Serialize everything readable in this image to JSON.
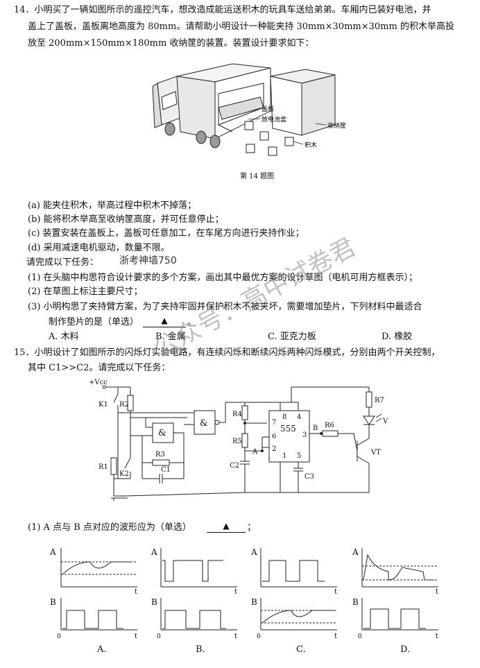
{
  "q14": {
    "line1": "14．小明买了一辆如图所示的遥控汽车，想改造成能运送积木的玩具车送给弟弟。车厢内已装好电池，并",
    "line2": "盖上了盖板，盖板离地高度为 80mm。请帮助小明设计一种能夹持 30mm×30mm×30mm 的积木举高投",
    "line3": "放至 200mm×150mm×180mm 收纳筐的装置。装置设计要求如下：",
    "fig_labels": {
      "cover": "盖板",
      "battery": "放电池盒",
      "basket": "收纳筐",
      "blocks": "积木"
    },
    "fig_caption": "第 14 题图",
    "req": [
      "(a) 能夹住积木，举高过程中积木不掉落；",
      "(b) 能将积木举高至收纳筐高度，并可任意停止；",
      "(c) 装置安装在盖板上，盖板可任意加工，在车尾方向进行夹持作业；",
      "(d) 采用减速电机驱动，数量不限。"
    ],
    "task_intro": "请完成以下任务：",
    "stamp": "浙考神墙750",
    "tasks": [
      "(1) 在头脑中构思符合设计要求的多个方案，画出其中最优方案的设计草图（电机可用方框表示）；",
      "(2) 在草图上标注主要尺寸；",
      "(3) 小明构思了夹持臂方案，为了夹持牢固并保护积木不被夹坏，需要增加垫片，下列材料中最适合",
      "制作垫片的是（单选）"
    ],
    "blank_mark": "▲",
    "options": [
      "A. 木料",
      "B. 金属",
      "C. 亚克力板",
      "D. 橡胶"
    ]
  },
  "q15": {
    "line1": "15．小明设计了如图所示的闪烁灯实验电路，有连续闪烁和断续闪烁两种闪烁模式，分别由两个开关控制，",
    "line2": "其中 C1>>C2。请完成以下任务：",
    "circuit": {
      "vcc": "+Vcc",
      "K1": "K1",
      "K2": "K2",
      "R1": "R1",
      "R2": "R2",
      "R3": "R3",
      "R4": "R4",
      "R5": "R5",
      "R6": "R6",
      "R7": "R7",
      "C1": "C1",
      "C2": "C2",
      "C3": "C3",
      "VD": "VD",
      "VT": "VT",
      "ic": "555",
      "A": "A",
      "B": "B",
      "and": "&",
      "pins": [
        "7",
        "8",
        "4",
        "6",
        "2",
        "1",
        "5",
        "3"
      ]
    },
    "sub1": "(1) A 点与 B 点对应的波形应为（单选）",
    "wave_labels": {
      "A": "A",
      "B": "B",
      "t": "t",
      "zero": "0"
    },
    "choices": [
      "A.",
      "B.",
      "C.",
      "D."
    ]
  },
  "watermark": "公众号：高中试卷君"
}
